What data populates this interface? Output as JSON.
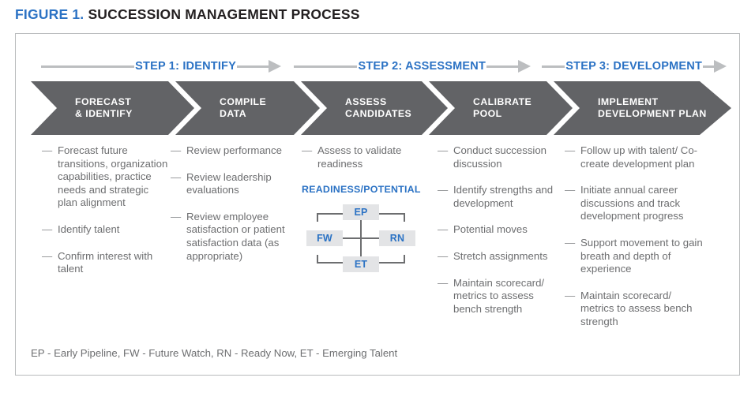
{
  "title": {
    "figure_number": "FIGURE 1.",
    "figure_name": "SUCCESSION MANAGEMENT PROCESS"
  },
  "colors": {
    "accent_blue": "#2b72c4",
    "chevron_gray": "#626366",
    "rail_gray": "#bcbec0",
    "body_text": "#6d6e70",
    "cell_fill": "#e3e4e6",
    "panel_border": "#b9bbbd"
  },
  "steps": [
    {
      "label": "STEP 1: IDENTIFY"
    },
    {
      "label": "STEP 2: ASSESSMENT"
    },
    {
      "label": "STEP 3: DEVELOPMENT"
    }
  ],
  "stages": [
    {
      "label": "FORECAST\n& IDENTIFY"
    },
    {
      "label": "COMPILE\nDATA"
    },
    {
      "label": "ASSESS\nCANDIDATES"
    },
    {
      "label": "CALIBRATE\nPOOL"
    },
    {
      "label": "IMPLEMENT\nDEVELOPMENT PLAN"
    }
  ],
  "dash": "—",
  "columns": [
    {
      "bullets": [
        "Forecast future transitions, organization capabilities, practice needs and strategic plan alignment",
        "Identify talent",
        "Confirm interest with talent"
      ]
    },
    {
      "bullets": [
        "Review performance",
        "Review leadership evaluations",
        "Review employee satisfaction or patient satisfaction data (as appropriate)"
      ]
    },
    {
      "bullets": [
        "Assess to validate readiness"
      ],
      "readiness": {
        "title": "READINESS/POTENTIAL",
        "cells": {
          "top": "EP",
          "left": "FW",
          "right": "RN",
          "bottom": "ET"
        }
      }
    },
    {
      "bullets": [
        "Conduct succession discussion",
        "Identify strengths and development",
        "Potential moves",
        "Stretch assignments",
        "Maintain scorecard/ metrics to assess bench strength"
      ]
    },
    {
      "bullets": [
        "Follow up with talent/ Co-create development plan",
        "Initiate annual career discussions and track development progress",
        "Support movement to gain breath and depth of experience",
        "Maintain scorecard/ metrics to assess bench strength"
      ]
    }
  ],
  "legend": "EP - Early Pipeline, FW - Future Watch, RN - Ready Now, ET - Emerging Talent"
}
